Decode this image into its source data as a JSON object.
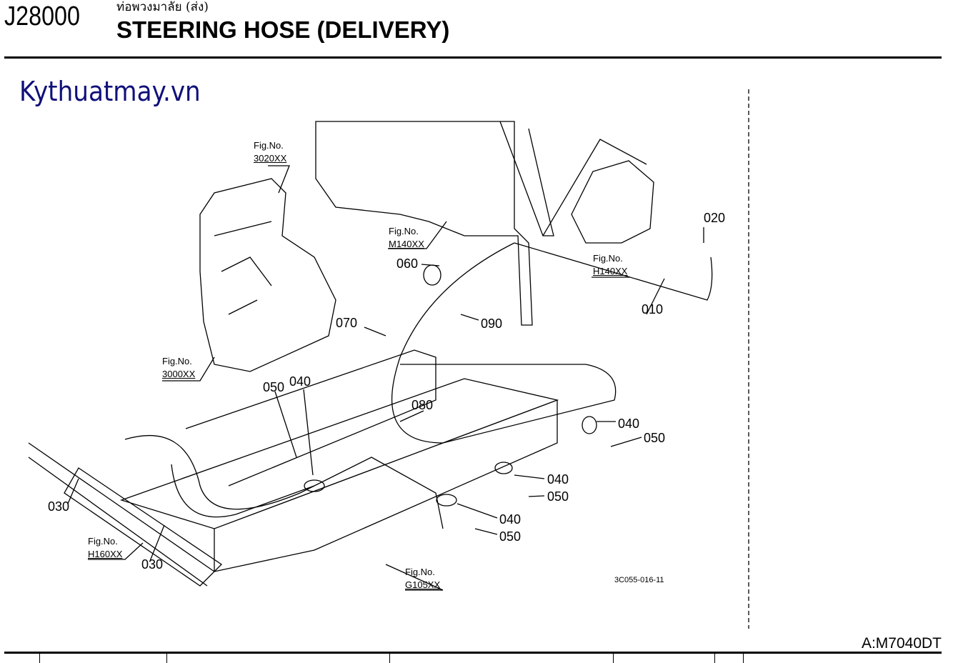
{
  "header": {
    "code": "J28000",
    "thai_title": "ท่อพวงมาลัย (ส่ง)",
    "title": "STEERING HOSE (DELIVERY)"
  },
  "watermark": "Kythuatmay.vn",
  "footer": {
    "model": "A:M7040DT"
  },
  "diagram": {
    "reference": "3C055-016-11",
    "fig_prefix": "Fig.No.",
    "fig_refs": [
      "3020XX",
      "M140XX",
      "H140XX",
      "3000XX",
      "H160XX",
      "G105XX"
    ],
    "callouts": [
      "020",
      "060",
      "010",
      "070",
      "090",
      "050",
      "040",
      "080",
      "040",
      "050",
      "040",
      "050",
      "040",
      "050",
      "030",
      "030"
    ]
  }
}
